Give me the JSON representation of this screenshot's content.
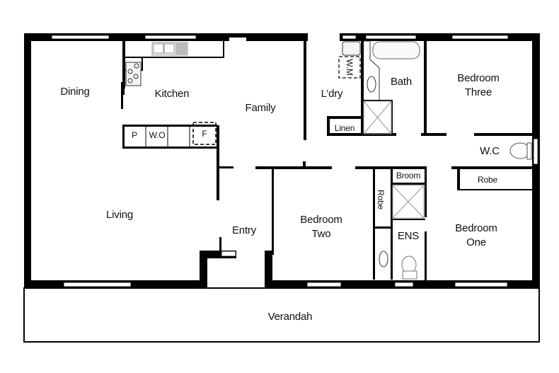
{
  "floorplan": {
    "colors": {
      "wall": "#000000",
      "background": "#ffffff",
      "window": "#ffffff",
      "fixture": "#888888"
    },
    "rooms": {
      "dining": "Dining",
      "kitchen": "Kitchen",
      "family": "Family",
      "laundry": "L’dry",
      "bath": "Bath",
      "bedroom_three": "Bedroom\nThree",
      "wc": "W.C",
      "linen": "Linen",
      "living": "Living",
      "entry": "Entry",
      "bedroom_two": "Bedroom\nTwo",
      "robe_bed2": "Robe",
      "broom": "Broom",
      "ensuite": "ENS",
      "robe_bed1": "Robe",
      "bedroom_one": "Bedroom\nOne",
      "verandah": "Verandah"
    },
    "fixtures": {
      "pantry": "P",
      "wall_oven": "W.O",
      "fridge": "F",
      "washing_machine": "W.M"
    }
  }
}
